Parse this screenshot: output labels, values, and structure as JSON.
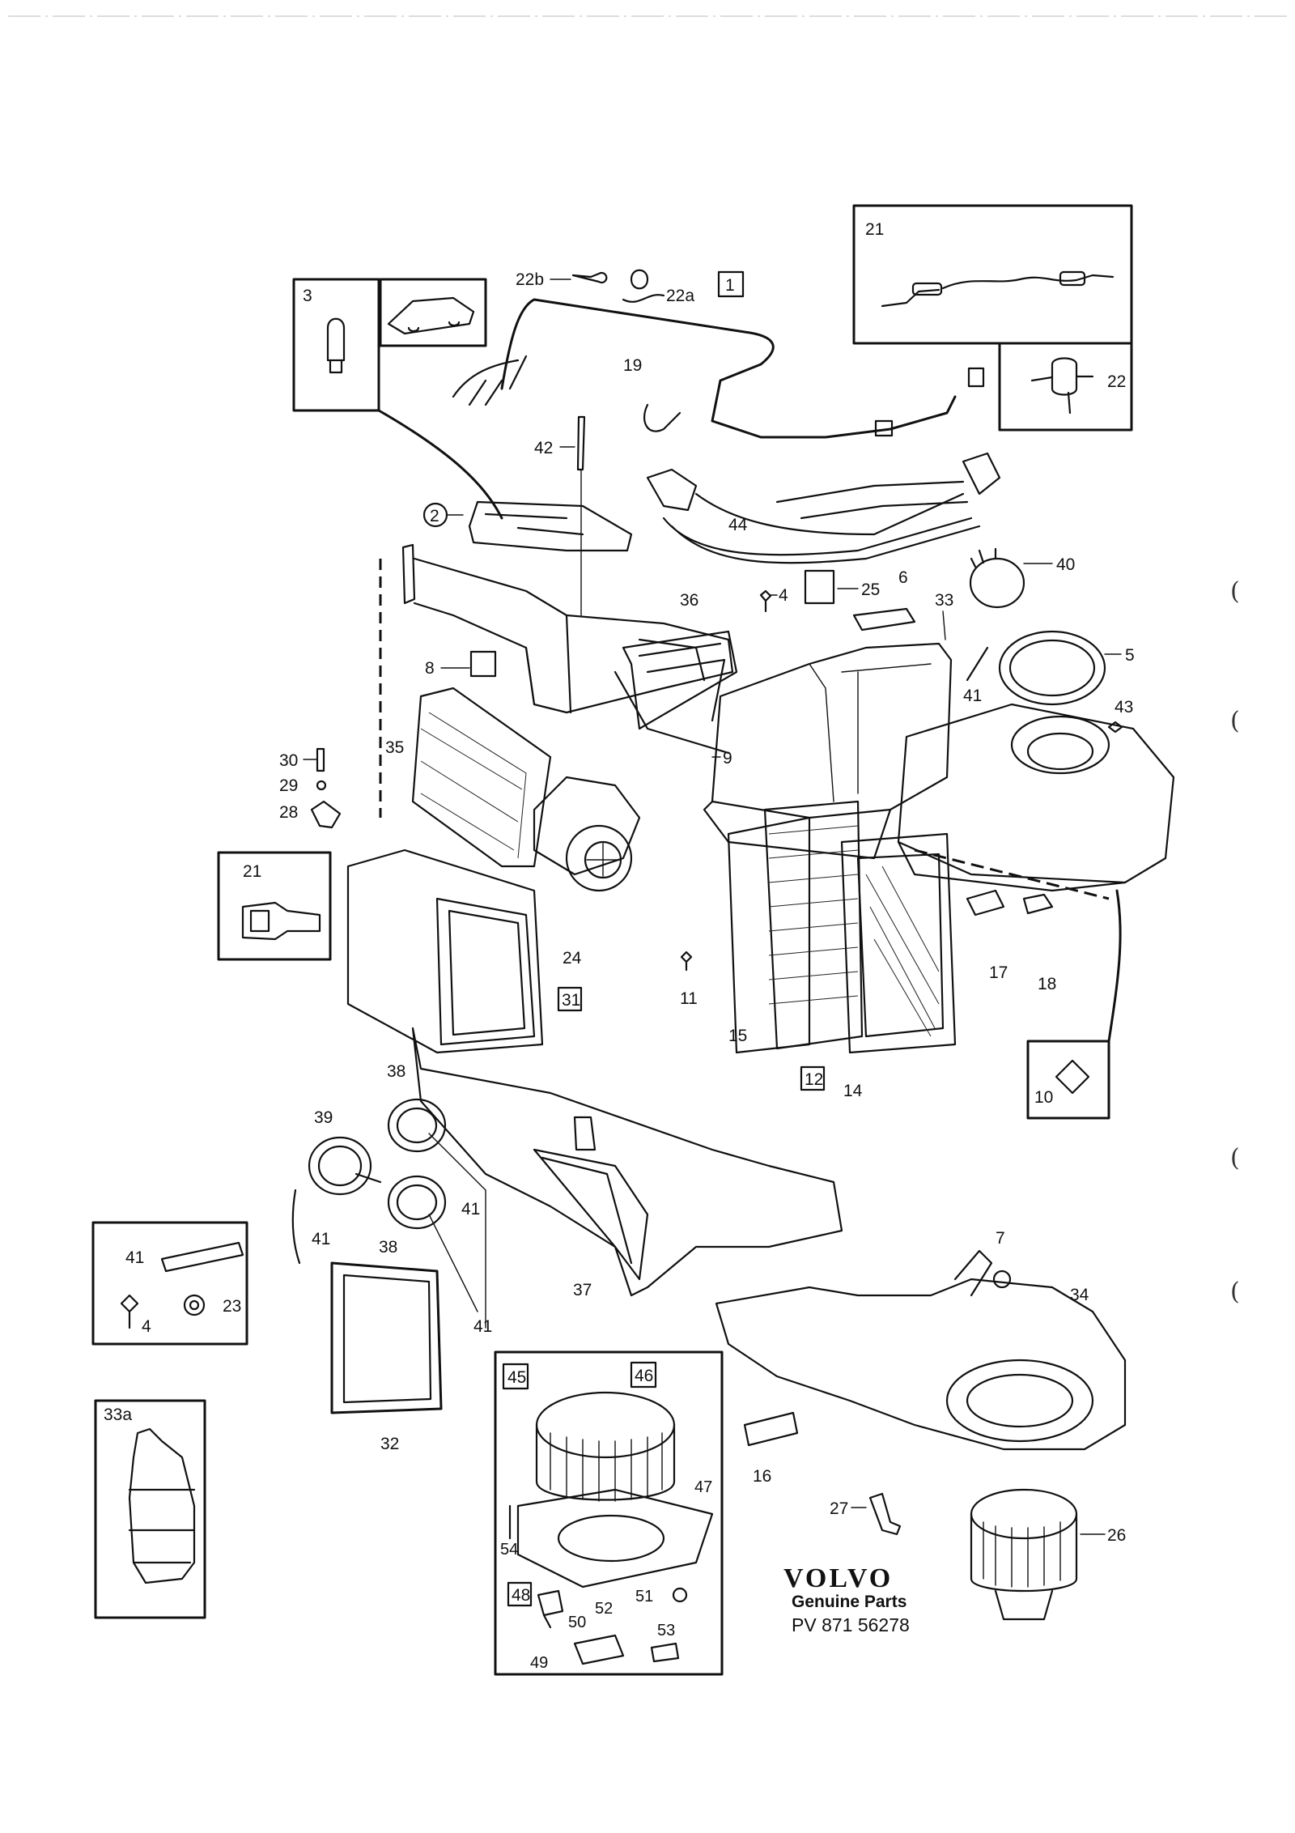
{
  "diagram": {
    "group_number": "1",
    "callouts": {
      "c21_inset_top": "21",
      "c22b": "22b",
      "c22a": "22a",
      "c22": "22",
      "c19": "19",
      "c3": "3",
      "c42": "42",
      "c2": "2",
      "c44": "44",
      "c40": "40",
      "c25": "25",
      "c6": "6",
      "c4": "4",
      "c33": "33",
      "c36": "36",
      "c5": "5",
      "c8": "8",
      "c41_top": "41",
      "c43": "43",
      "c30": "30",
      "c29": "29",
      "c35": "35",
      "c9": "9",
      "c28": "28",
      "c21_left": "21",
      "c24": "24",
      "c31": "31",
      "c11": "11",
      "c15": "15",
      "c12": "12",
      "c14": "14",
      "c17": "17",
      "c18": "18",
      "c10": "10",
      "c38_top": "38",
      "c39": "39",
      "c41_left": "41",
      "c41_mid": "41",
      "c38_bot": "38",
      "c37": "37",
      "c41_low": "41",
      "c7": "7",
      "c34": "34",
      "c41_inset": "41",
      "c4_inset": "4",
      "c23": "23",
      "c32": "32",
      "c33a": "33a",
      "c45": "45",
      "c46": "46",
      "c47": "47",
      "c54": "54",
      "c48": "48",
      "c52": "52",
      "c51": "51",
      "c50": "50",
      "c53": "53",
      "c49": "49",
      "c16": "16",
      "c27": "27",
      "c26": "26"
    }
  },
  "branding": {
    "logo_text": "VOLVO",
    "subtitle": "Genuine Parts",
    "part_number": "PV 871 56278"
  },
  "margin_marks": [
    "(",
    "(",
    "(",
    "("
  ]
}
